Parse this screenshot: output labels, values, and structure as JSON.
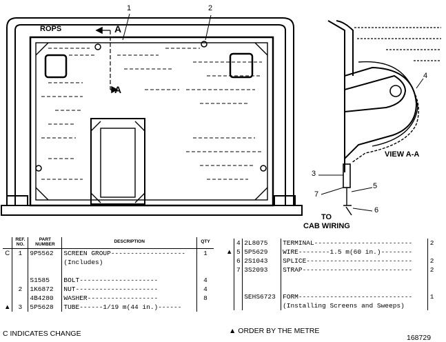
{
  "drawing": {
    "callouts": [
      "1",
      "2",
      "3",
      "4",
      "5",
      "6",
      "7"
    ],
    "rops_label": "ROPS",
    "section_mark": "A",
    "view_label": "VIEW A-A",
    "to_label": "TO",
    "cab_wiring_label": "CAB WIRING"
  },
  "table_left": {
    "headers": [
      "REF. NO.",
      "PART NUMBER",
      "DESCRIPTION",
      "QTY"
    ],
    "rows": [
      {
        "mark": "C",
        "ref": "1",
        "part": "9P5562",
        "desc": "SCREEN GROUP-------------------",
        "qty": "1"
      },
      {
        "mark": "",
        "ref": "",
        "part": "",
        "desc": "(Includes)",
        "qty": ""
      },
      {
        "mark": "",
        "ref": "",
        "part": "",
        "desc": "",
        "qty": ""
      },
      {
        "mark": "",
        "ref": "",
        "part": "S1585",
        "desc": "  BOLT--------------------",
        "qty": "4"
      },
      {
        "mark": "",
        "ref": "2",
        "part": "1K6872",
        "desc": "  NUT---------------------",
        "qty": "4"
      },
      {
        "mark": "",
        "ref": "",
        "part": "4B4280",
        "desc": "  WASHER------------------",
        "qty": "8"
      },
      {
        "mark": "▲",
        "ref": "3",
        "part": "5P5628",
        "desc": "TUBE------1/19 m(44 in.)------",
        "qty": ""
      }
    ]
  },
  "table_right": {
    "rows": [
      {
        "mark": "",
        "ref": "4",
        "part": "2L8075",
        "desc": "TERMINAL-------------------------",
        "qty": "2"
      },
      {
        "mark": "▲",
        "ref": "5",
        "part": "5P5629",
        "desc": "WIRE--------1.5 m(60 in.)--------",
        "qty": ""
      },
      {
        "mark": "",
        "ref": "6",
        "part": "2S1043",
        "desc": "SPLICE---------------------------",
        "qty": "2"
      },
      {
        "mark": "",
        "ref": "7",
        "part": "3S2093",
        "desc": "STRAP----------------------------",
        "qty": "2"
      },
      {
        "mark": "",
        "ref": "",
        "part": "",
        "desc": "",
        "qty": ""
      },
      {
        "mark": "",
        "ref": "",
        "part": "",
        "desc": "",
        "qty": ""
      },
      {
        "mark": "",
        "ref": "",
        "part": "SEHS6723",
        "desc": "FORM-----------------------------",
        "qty": "1"
      },
      {
        "mark": "",
        "ref": "",
        "part": "",
        "desc": "(Installing Screens and Sweeps)",
        "qty": ""
      }
    ]
  },
  "footer": {
    "left_note": "C INDICATES CHANGE",
    "right_note": "▲ ORDER BY THE METRE",
    "figure_number": "168729"
  }
}
